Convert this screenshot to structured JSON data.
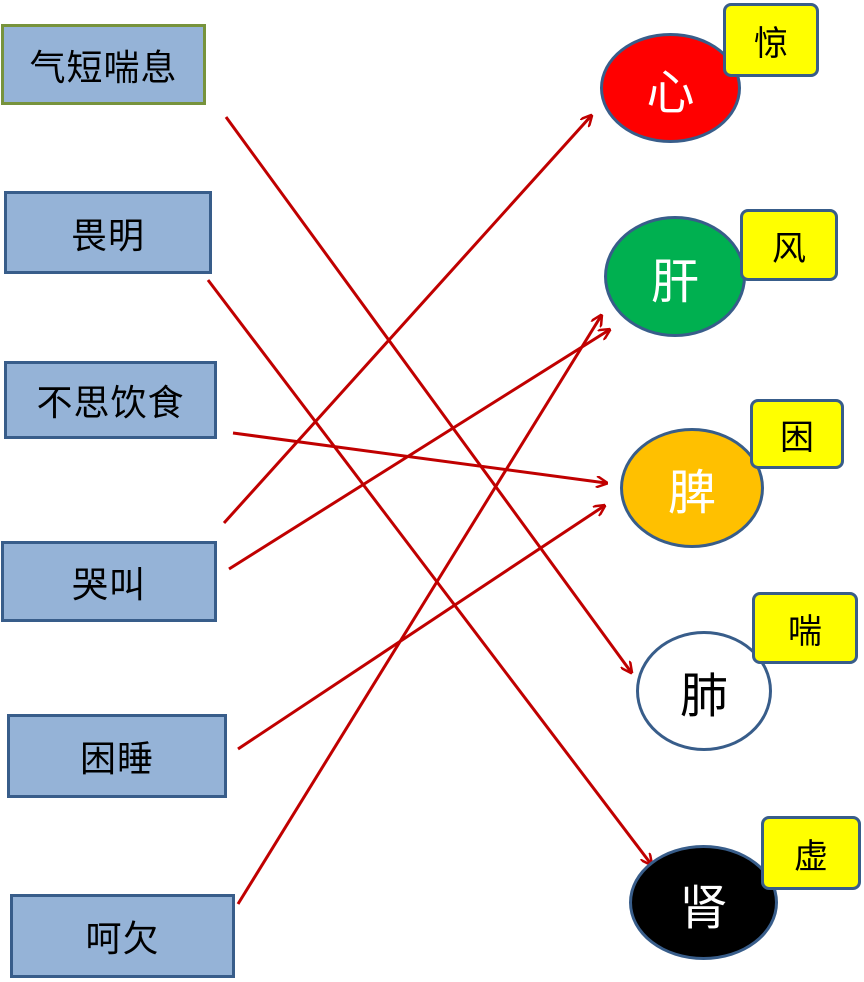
{
  "symptoms": [
    {
      "label": "气短喘息",
      "target": "lung"
    },
    {
      "label": "畏明",
      "target": "kidney"
    },
    {
      "label": "不思饮食",
      "target": "spleen"
    },
    {
      "label": "哭叫",
      "target": "heart"
    },
    {
      "label": "困睡",
      "target": "spleen"
    },
    {
      "label": "呵欠",
      "target": "liver"
    }
  ],
  "extra_links": [
    {
      "from": 3,
      "target": "liver"
    }
  ],
  "organs": [
    {
      "id": "heart",
      "label": "心",
      "tag": "惊",
      "fill": "#ff0000",
      "text_color": "#ffffff"
    },
    {
      "id": "liver",
      "label": "肝",
      "tag": "风",
      "fill": "#00b050",
      "text_color": "#ffffff"
    },
    {
      "id": "spleen",
      "label": "脾",
      "tag": "困",
      "fill": "#ffc000",
      "text_color": "#ffffff"
    },
    {
      "id": "lung",
      "label": "肺",
      "tag": "喘",
      "fill": "#ffffff",
      "text_color": "#000000"
    },
    {
      "id": "kidney",
      "label": "肾",
      "tag": "虚",
      "fill": "#000000",
      "text_color": "#ffffff"
    }
  ],
  "colors": {
    "box_fill": "#95b3d7",
    "box_border": "#385d8a",
    "tag_fill": "#ffff00",
    "arrow": "#c00000"
  }
}
